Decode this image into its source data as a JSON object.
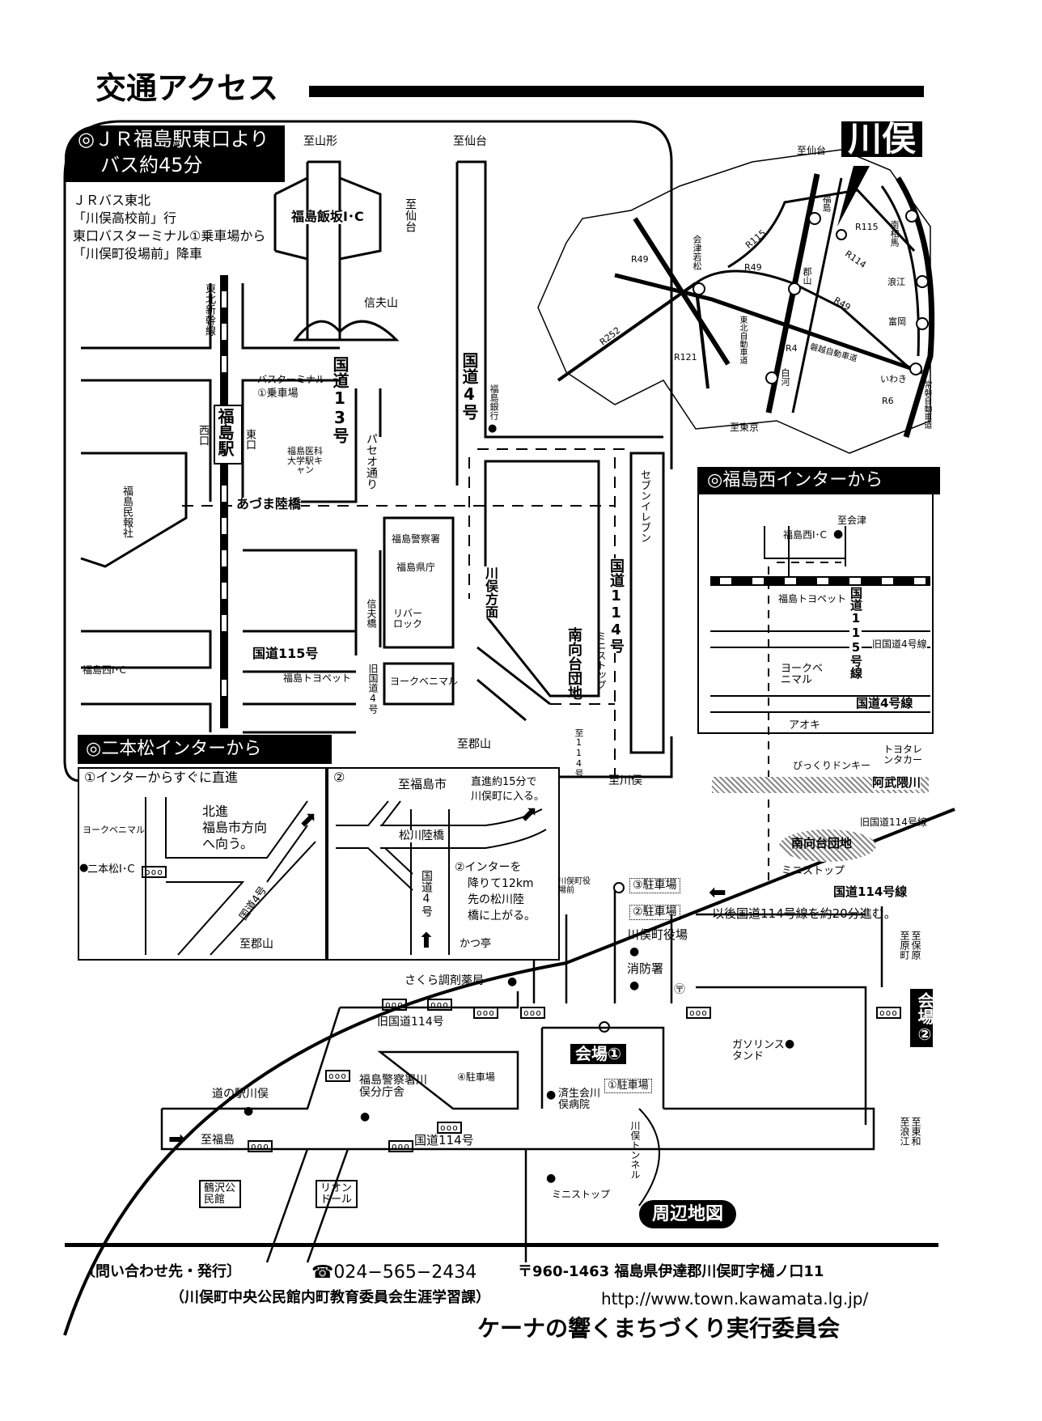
{
  "page_title": "交通アクセス",
  "jr_section": {
    "header_line1": "◎ＪＲ福島駅東口より",
    "header_line2": "バス約45分",
    "instructions": [
      "ＪＲバス東北",
      "「川俣高校前」行",
      "東口バスターミナル①乗車場から",
      "「川俣町役場前」降車"
    ],
    "labels": {
      "to_yamagata": "至山形",
      "to_sendai_top": "至仙台",
      "iizaka_ic": "福島飯坂I･C",
      "to_sendai_side": "至仙台",
      "shinobuyama": "信夫山",
      "route13": "国道13号",
      "route4": "国道4号",
      "fukushima_bank": "福島銀行",
      "shinkansen": "東北新幹線",
      "bus_terminal": "バスターミナル",
      "bus_stop": "①乗車場",
      "station": "福島駅",
      "west_exit": "西口",
      "east_exit": "東口",
      "med_univ": "福島医科大学駅キャン",
      "paseo": "パセオ通り",
      "minpo": "福島民報社",
      "azuma_bridge": "あづま陸橋",
      "police": "福島警察署",
      "pref_office": "福島県庁",
      "shinobu_bridge": "信夫橋",
      "river_rock": "リバーロック",
      "kawamata_dir": "川俣方面",
      "seven_eleven": "セブンイレブン",
      "route114": "国道114号",
      "minamimukai": "南向台団地",
      "ministop": "ミニストップ",
      "route115": "国道115号",
      "nishi_ic": "福島西I･C",
      "toyopet": "福島トヨペット",
      "old_route4": "旧国道4号",
      "york": "ヨークベニマル",
      "to_koriyama": "至郡山",
      "to_114": "至114号",
      "to_kawamata": "至川俣"
    }
  },
  "inset_map": {
    "title": "川俣",
    "labels": {
      "to_sendai": "至仙台",
      "fukushima": "福島",
      "r115_a": "R115",
      "r115_b": "R115",
      "minamisoma": "南相馬",
      "aizu": "会津若松",
      "r49_a": "R49",
      "r49_b": "R49",
      "r49_c": "R49",
      "r114": "R114",
      "koriyama": "郡山",
      "namie": "浪江",
      "tomioka": "富岡",
      "r252": "R252",
      "r121": "R121",
      "tohoku_exp": "東北自動車道",
      "r4": "R4",
      "banetsu_exp": "磐越自動車道",
      "shirakawa": "白河",
      "iwaki": "いわき",
      "r6": "R6",
      "joban_exp": "常磐自動車道",
      "to_tokyo": "至東京"
    }
  },
  "nishi_section": {
    "header": "◎福島西インターから",
    "labels": {
      "to_aizu": "至会津",
      "nishi_ic": "福島西I･C",
      "toyopet": "福島トヨペット",
      "route115": "国道115号線",
      "old_route4": "旧国道4号線",
      "york": "ヨークベニマル",
      "route4": "国道4号線",
      "aoki": "アオキ",
      "bikkuri": "びっくりドンキー",
      "toyota": "トヨタレンタカー",
      "abukuma": "阿武隈川",
      "old_route114": "旧国道114号線",
      "minamimukai": "南向台団地",
      "ministop": "ミニストップ",
      "route114": "国道114号線"
    },
    "note": "以後国道114号線を約20分進む。"
  },
  "nihonmatsu_section": {
    "header": "◎二本松インターから",
    "panel1": {
      "title": "①インターからすぐに直進",
      "direction": [
        "北進",
        "福島市方向",
        "へ向う。"
      ],
      "york": "ヨークベニマル",
      "ic": "二本松I･C",
      "route4": "国道4号",
      "to_koriyama": "至郡山"
    },
    "panel2": {
      "num": "②",
      "to_fukushima": "至福島市",
      "note_top": [
        "直進約15分で",
        "川俣町に入る。"
      ],
      "matsukawa": "松川陸橋",
      "note_mid": [
        "②インターを",
        "降りて12km",
        "先の松川陸",
        "橋に上がる。"
      ],
      "route4": "国道4号",
      "katsutei": "かつ亭"
    }
  },
  "local_map": {
    "title": "周辺地図",
    "labels": {
      "town_hall_stop": "川俣町役場前",
      "parking3": "③駐車場",
      "parking2": "②駐車場",
      "town_hall": "川俣町役場",
      "fire_station": "消防署",
      "sakura_pharmacy": "さくら調剤薬局",
      "old_route114": "旧国道114号",
      "venue1": "会場①",
      "venue2": "会場②",
      "gas_station": "ガソリンスタンド",
      "to_harapcho_hobara": [
        "至原町",
        "至保原"
      ],
      "michinoeki": "道の駅川俣",
      "police_branch": "福島警察署川俣分庁舎",
      "parking4": "④駐車場",
      "saiseikai": "済生会川俣病院",
      "parking1": "①駐車場",
      "to_fukushima": "至福島",
      "route114": "国道114号",
      "tunnel": "川俣トンネル",
      "to_namie_towa": [
        "至浪江",
        "至東和"
      ],
      "tsurusawa": "鶴沢公民館",
      "lyon_dor": "リオンドール",
      "ministop": "ミニストップ"
    }
  },
  "footer": {
    "contact_label": "〔問い合わせ先・発行〕",
    "phone": "☎024−565−2434",
    "address": "〒960-1463 福島県伊達郡川俣町字樋ノ口11",
    "dept": "（川俣町中央公民館内町教育委員会生涯学習課）",
    "url": "http://www.town.kawamata.lg.jp/",
    "org": "ケーナの響くまちづくり実行委員会"
  }
}
